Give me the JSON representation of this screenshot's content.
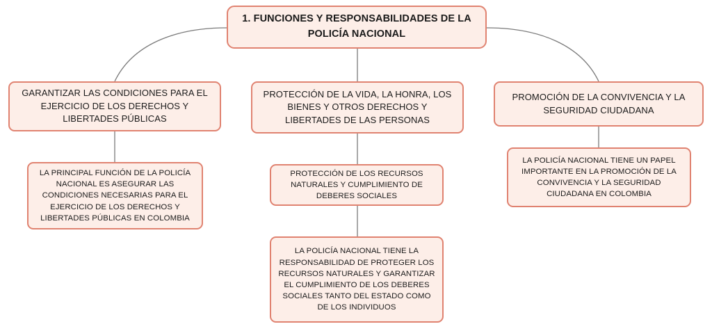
{
  "diagram": {
    "title_text": "1. FUNCIONES Y RESPONSABILIDADES DE LA POLICÍA NACIONAL",
    "colors": {
      "node_fill": "#fdeee8",
      "node_border": "#e08270",
      "connector": "#7a7a7a",
      "text": "#1a1a1a",
      "background": "#ffffff"
    },
    "nodes": {
      "root": {
        "label": "1. FUNCIONES Y RESPONSABILIDADES DE LA POLICÍA NACIONAL"
      },
      "branch_left": {
        "label": "GARANTIZAR LAS CONDICIONES PARA EL EJERCICIO DE LOS DERECHOS Y LIBERTADES PÚBLICAS"
      },
      "branch_center": {
        "label": "PROTECCIÓN DE LA VIDA, LA HONRA, LOS BIENES Y OTROS DERECHOS Y LIBERTADES DE LAS PERSONAS"
      },
      "branch_right": {
        "label": "PROMOCIÓN DE LA CONVIVENCIA Y LA SEGURIDAD CIUDADANA"
      },
      "detail_left": {
        "label": "LA PRINCIPAL FUNCIÓN DE LA POLICÍA NACIONAL ES ASEGURAR LAS CONDICIONES NECESARIAS PARA EL EJERCICIO DE LOS DERECHOS Y LIBERTADES PÚBLICAS EN COLOMBIA"
      },
      "detail_center_1": {
        "label": "PROTECCIÓN DE LOS RECURSOS NATURALES Y CUMPLIMIENTO DE DEBERES SOCIALES"
      },
      "detail_center_2": {
        "label": "LA POLICÍA NACIONAL TIENE LA RESPONSABILIDAD DE PROTEGER LOS RECURSOS NATURALES Y GARANTIZAR EL CUMPLIMIENTO DE LOS DEBERES SOCIALES TANTO DEL ESTADO COMO DE LOS INDIVIDUOS"
      },
      "detail_right": {
        "label": "LA POLICÍA NACIONAL TIENE UN PAPEL IMPORTANTE EN LA PROMOCIÓN DE LA CONVIVENCIA Y LA SEGURIDAD CIUDADANA EN COLOMBIA"
      }
    }
  }
}
